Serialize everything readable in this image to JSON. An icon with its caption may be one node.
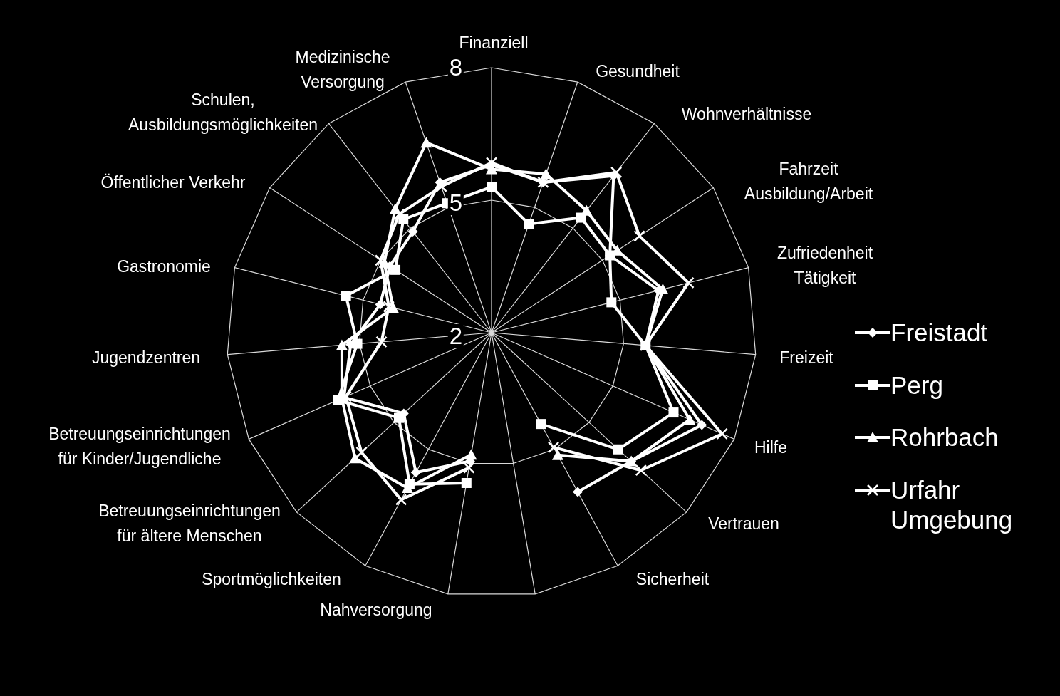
{
  "diagram": {
    "labels": [
      "Finanziell",
      "Gesundheit",
      "Wohnverhältnisse",
      "Fahrzeit Ausbildung/Arbeit",
      "Zufriedenheit Tätigkeit",
      "Freizeit",
      "Hilfe",
      "Vertrauen",
      "Sicherheit",
      "Nahversorgung",
      "Sportmöglichkeiten",
      "Betreuungseinrichtungen für ältere Menschen",
      "Betreuungseinrichtungen für Kinder/Jugendliche",
      "Jugendzentren",
      "Gastronomie",
      "Öffentlicher Verkehr",
      "Schulen, Ausbildungsmöglichkeiten",
      "Medizinische Versorgung",
      "8",
      "5",
      "2"
    ],
    "legend": [
      {
        "text": "Freistadt"
      },
      {
        "text": "Perg"
      },
      {
        "text": "Rohrbach"
      },
      {
        "text": "Urfahr Umgebung"
      }
    ]
  }
}
